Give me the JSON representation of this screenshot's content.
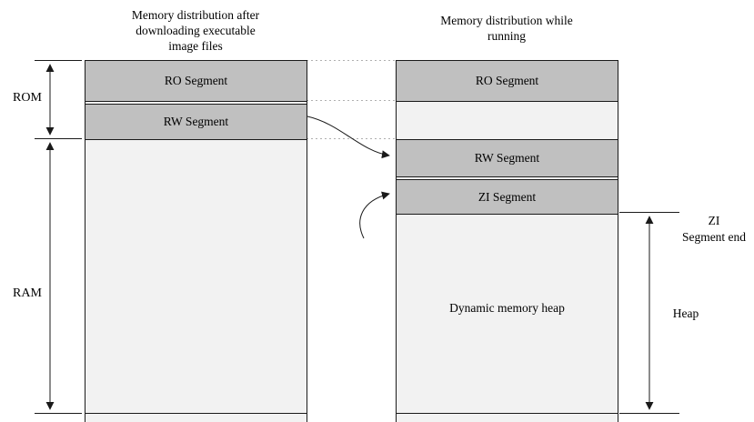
{
  "titles": {
    "left": [
      "Memory distribution after",
      "downloading executable",
      "image files"
    ],
    "right": [
      "Memory distribution while",
      "running"
    ]
  },
  "left_column": {
    "ro_label": "RO Segment",
    "rw_label": "RW Segment"
  },
  "right_column": {
    "ro_label": "RO Segment",
    "rw_label": "RW Segment",
    "zi_label": "ZI Segment",
    "heap_label": "Dynamic memory heap"
  },
  "side_labels": {
    "rom": "ROM",
    "ram": "RAM",
    "zi_end": [
      "ZI",
      "Segment end"
    ],
    "heap": "Heap"
  },
  "colors": {
    "segment_fill": "#c0c0c0",
    "column_fill": "#f2f2f2",
    "line": "#1a1a1a",
    "dotted_line": "#b0b0b0"
  }
}
